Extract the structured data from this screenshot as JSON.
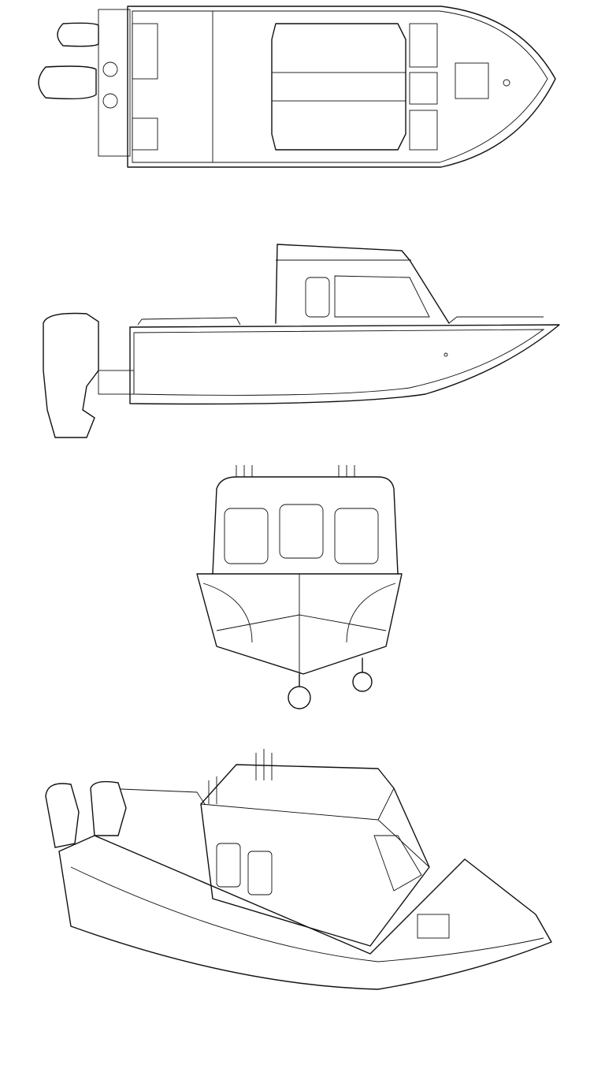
{
  "drawing": {
    "views": [
      "top",
      "side",
      "front",
      "perspective"
    ],
    "line_color": "#111111",
    "background": "#ffffff"
  }
}
